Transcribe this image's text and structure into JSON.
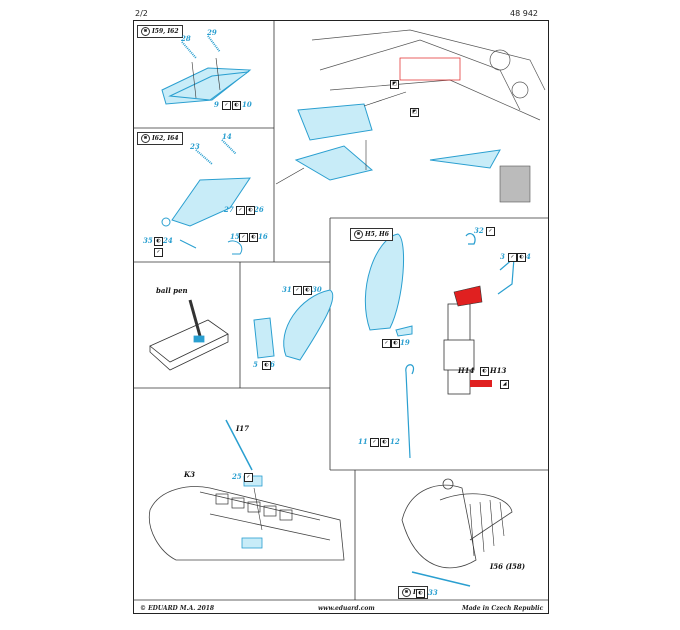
{
  "header": {
    "page": "2/2",
    "code": "48 942"
  },
  "footer": {
    "left": "© EDUARD  M.A. 2018",
    "center": "www.eduard.com",
    "right": "Made in Czech Republic"
  },
  "steps": {
    "s1": {
      "label": "I59, I62"
    },
    "s2": {
      "label": "I62, I64"
    },
    "s3": {
      "label": "H5, H6"
    },
    "s4": {
      "label": "I60"
    }
  },
  "parts": {
    "p28": "28",
    "p29": "29",
    "p9": "9",
    "p10": "10",
    "p23": "23",
    "p14": "14",
    "p27": "27",
    "p26": "26",
    "p35": "35",
    "p24": "24",
    "p15": "15",
    "p16": "16",
    "p31": "31",
    "p30": "30",
    "p5": "5",
    "p6": "6",
    "p32": "32",
    "p3": "3",
    "p4": "4",
    "p19": "19",
    "p11": "11",
    "p12": "12",
    "p25": "25",
    "p33": "33",
    "h14": "H14",
    "h13": "H13",
    "i17": "I17",
    "k3": "K3",
    "i56": "I56 (I58)"
  },
  "notes": {
    "ballpen": "ball pen"
  },
  "colors": {
    "part_blue": "#2a9fd0",
    "light_blue": "#c8ecf8",
    "red": "#e02020",
    "line": "#333333"
  }
}
